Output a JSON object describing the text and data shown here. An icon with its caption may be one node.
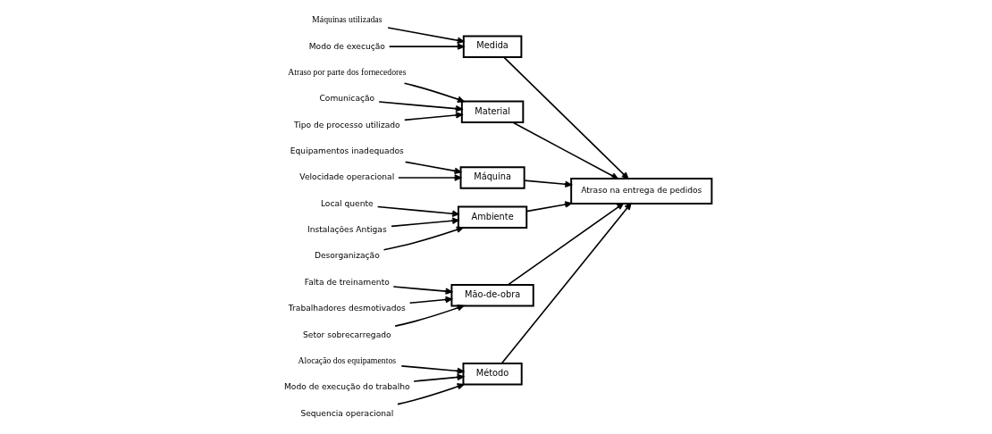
{
  "diagram": {
    "nodes": [
      {
        "text": [
          "Método"
        ]
      },
      {
        "text": [
          "Medida"
        ]
      },
      {
        "text": [
          "Material"
        ]
      },
      {
        "text": [
          "Atraso na entrega de pedidos"
        ]
      },
      {
        "text": [
          "Máquina"
        ]
      },
      {
        "text": [
          "Ambiente"
        ]
      },
      {
        "text": [
          "Mão-de-obra"
        ]
      },
      {
        "text": [
          "Alocação dos equipamentos"
        ]
      },
      {
        "text": [
          "Modo de execução do trabalho"
        ]
      },
      {
        "text": [
          "Sequencia operacional"
        ]
      },
      {
        "text": [
          "Máquinas utilizadas"
        ]
      },
      {
        "text": [
          "Modo de execução"
        ]
      },
      {
        "text": [
          "Atraso por parte dos fornecedores"
        ]
      },
      {
        "text": [
          "Comunicação"
        ]
      },
      {
        "text": [
          "Tipo de processo utilizado"
        ]
      },
      {
        "text": [
          "Equipamentos inadequados"
        ]
      },
      {
        "text": [
          "Velocidade operacional"
        ]
      },
      {
        "text": [
          "Local quente"
        ]
      },
      {
        "text": [
          "Instalações Antigas"
        ]
      },
      {
        "text": [
          "Desorganização"
        ]
      },
      {
        "text": [
          "Falta de treinamento"
        ]
      },
      {
        "text": [
          "Trabalhadores desmotivados"
        ]
      },
      {
        "text": [
          "Setor sobrecarregado"
        ]
      }
    ],
    "edges": [
      {
        "from": 7,
        "to": 0,
        "arrow": "to"
      },
      {
        "from": 8,
        "to": 0,
        "arrow": "to"
      },
      {
        "from": 9,
        "to": 0,
        "arrow": "to"
      },
      {
        "from": 10,
        "to": 1,
        "arrow": "to"
      },
      {
        "from": 11,
        "to": 1,
        "arrow": "to"
      },
      {
        "from": 12,
        "to": 2,
        "arrow": "to"
      },
      {
        "from": 13,
        "to": 2,
        "arrow": "to"
      },
      {
        "from": 14,
        "to": 2,
        "arrow": "to"
      },
      {
        "from": 15,
        "to": 4,
        "arrow": "to"
      },
      {
        "from": 16,
        "to": 4,
        "arrow": "to"
      },
      {
        "from": 17,
        "to": 5,
        "arrow": "to"
      },
      {
        "from": 18,
        "to": 5,
        "arrow": "to"
      },
      {
        "from": 19,
        "to": 5,
        "arrow": "to"
      },
      {
        "from": 20,
        "to": 6,
        "arrow": "to"
      },
      {
        "from": 21,
        "to": 6,
        "arrow": "to"
      },
      {
        "from": 22,
        "to": 6,
        "arrow": "to"
      },
      {
        "from": 0,
        "to": 3,
        "arrow": "to"
      },
      {
        "from": 1,
        "to": 3,
        "arrow": "to"
      },
      {
        "from": 2,
        "to": 3,
        "arrow": "to"
      },
      {
        "from": 4,
        "to": 3,
        "arrow": "to"
      },
      {
        "from": 5,
        "to": 3,
        "arrow": "to"
      },
      {
        "from": 6,
        "to": 3,
        "arrow": "to"
      }
    ]
  }
}
